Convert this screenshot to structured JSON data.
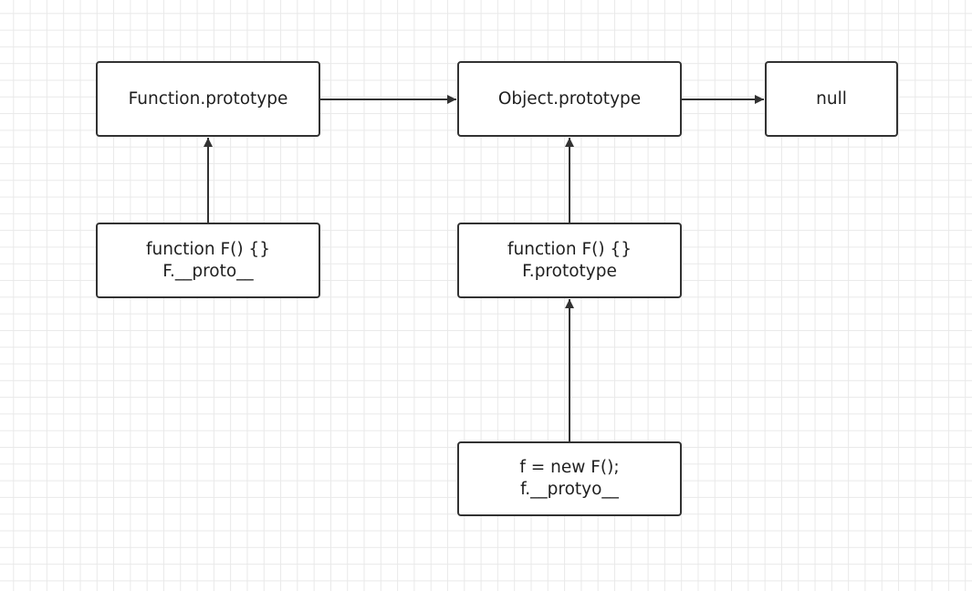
{
  "diagram": {
    "nodes": {
      "function_prototype": {
        "lines": [
          "Function.prototype"
        ]
      },
      "object_prototype": {
        "lines": [
          "Object.prototype"
        ]
      },
      "null_node": {
        "lines": [
          "null"
        ]
      },
      "f_proto": {
        "lines": [
          "function F() {}",
          "F.__proto__"
        ]
      },
      "f_prototype": {
        "lines": [
          "function F() {}",
          "F.prototype"
        ]
      },
      "instance": {
        "lines": [
          "f = new F();",
          "f.__protyo__"
        ]
      }
    },
    "edges": [
      {
        "from": "Function.prototype",
        "to": "Object.prototype"
      },
      {
        "from": "Object.prototype",
        "to": "null"
      },
      {
        "from": "F.__proto__",
        "to": "Function.prototype"
      },
      {
        "from": "F.prototype",
        "to": "Object.prototype"
      },
      {
        "from": "f.__protyo__",
        "to": "F.prototype"
      }
    ],
    "colors": {
      "stroke": "#323232",
      "grid": "#e9e9e9",
      "background": "#ffffff"
    }
  }
}
